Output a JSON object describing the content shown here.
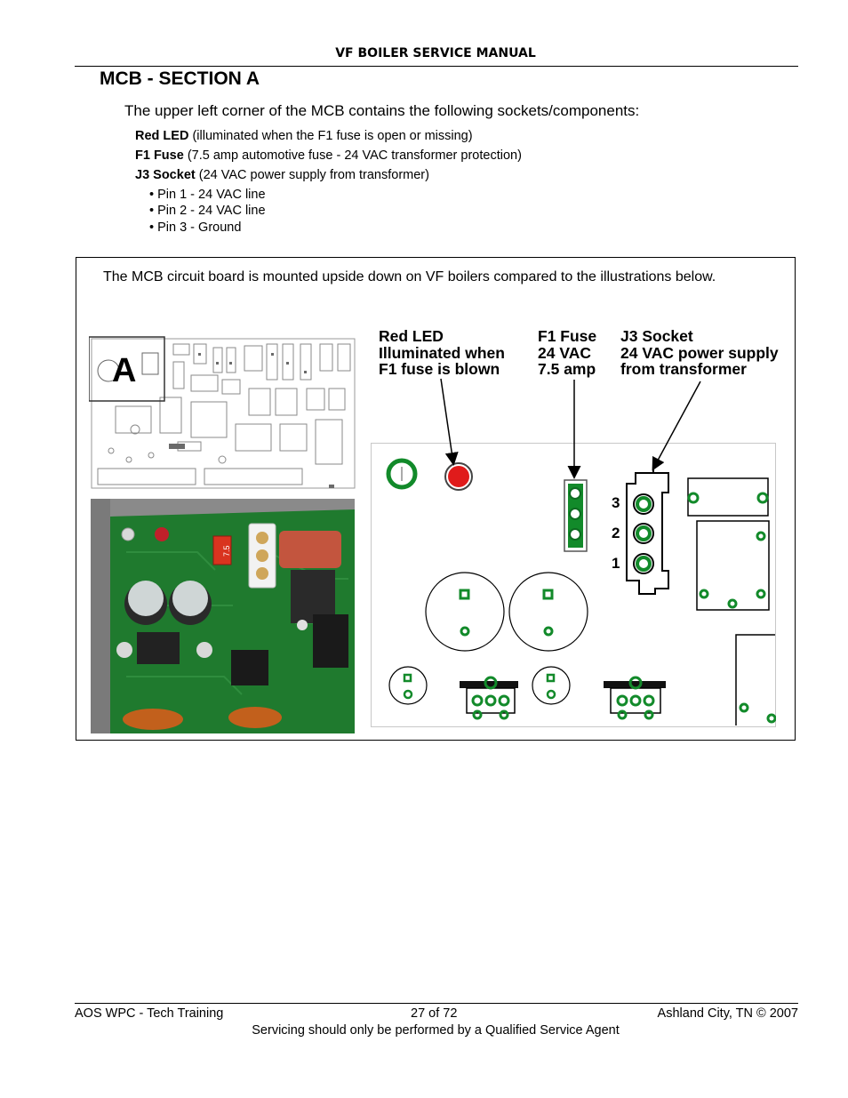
{
  "header": {
    "title": "VF BOILER SERVICE MANUAL"
  },
  "section": {
    "title": "MCB - SECTION A",
    "intro": "The upper left corner of the MCB contains the following sockets/components:",
    "components": [
      {
        "name": "Red LED",
        "desc": " (illuminated when the F1 fuse is open or missing)"
      },
      {
        "name": "F1 Fuse",
        "desc": " (7.5 amp automotive fuse - 24 VAC transformer protection)"
      },
      {
        "name": "J3 Socket",
        "desc": " (24 VAC power supply from transformer)"
      }
    ],
    "pins": [
      "• Pin 1 - 24 VAC line",
      "• Pin 2 - 24 VAC line",
      "• Pin 3 - Ground"
    ]
  },
  "figure": {
    "note": "The MCB circuit board is mounted upside down on VF boilers compared to the illustrations below.",
    "section_marker": "A",
    "callouts": {
      "red_led": [
        "Red LED",
        "Illuminated when",
        "F1 fuse is blown"
      ],
      "f1_fuse": [
        "F1 Fuse",
        "24 VAC",
        "7.5 amp"
      ],
      "j3_socket": [
        "J3 Socket",
        "24 VAC power supply",
        "from transformer"
      ]
    },
    "pin_numbers": [
      "3",
      "2",
      "1"
    ],
    "fuse_label": "7.5",
    "colors": {
      "pcb_green": "#1f7a2e",
      "led_red": "#e01b1b",
      "pad_green": "#128a2a"
    }
  },
  "footer": {
    "left": "AOS WPC - Tech Training",
    "center": "27 of 72",
    "right": "Ashland City, TN © 2007",
    "note": "Servicing should only be performed by a Qualified Service Agent"
  }
}
